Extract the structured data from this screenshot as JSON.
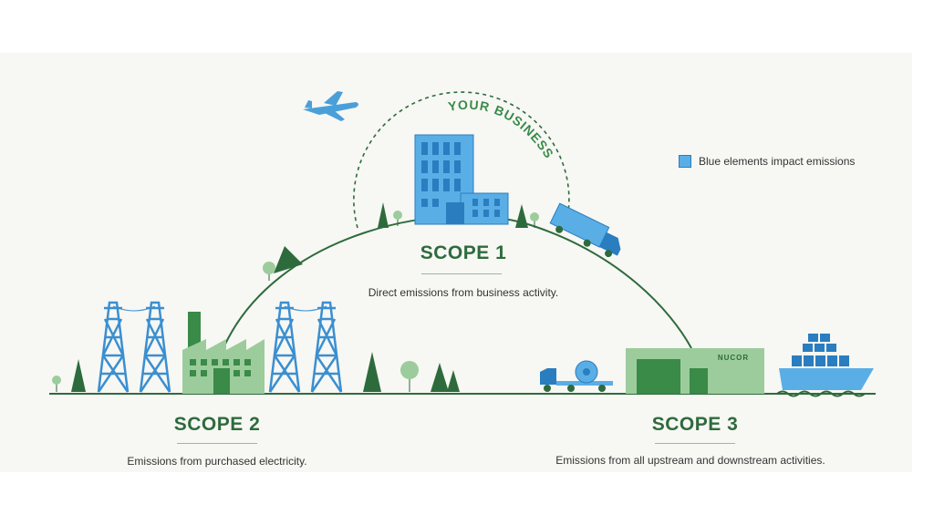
{
  "banner": "YOUR BUSINESS",
  "legend": {
    "label": "Blue elements impact emissions",
    "swatch_color": "#5aaee6"
  },
  "scope1": {
    "title": "SCOPE 1",
    "description": "Direct emissions from business activity."
  },
  "scope2": {
    "title": "SCOPE 2",
    "description": "Emissions from purchased electricity."
  },
  "scope3": {
    "title": "SCOPE 3",
    "description": "Emissions from all upstream and downstream activities."
  },
  "warehouse_logo": "NUCOR",
  "colors": {
    "green_dark": "#2e6b3c",
    "green_mid": "#4a9a55",
    "green_light": "#9ccc9c",
    "blue": "#5aaee6",
    "blue_dark": "#2a7dbf"
  }
}
